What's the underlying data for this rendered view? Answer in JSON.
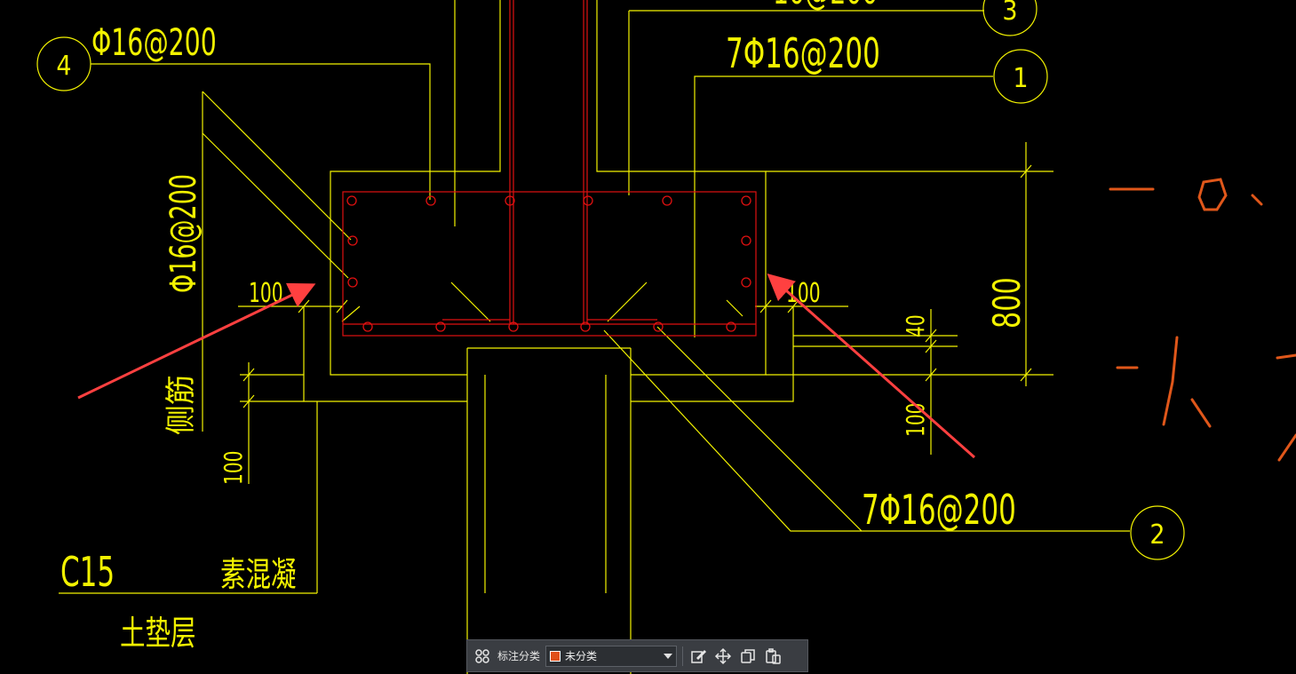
{
  "drawing": {
    "annotations": {
      "rebar_top_left": "Φ16@200",
      "rebar_top_right": "7Φ16@200",
      "rebar_bottom_right": "7Φ16@200",
      "rebar_side": "Φ16@200",
      "top_partial": "10@200",
      "side_bar_label": "侧筋",
      "dim_100_left": "100",
      "dim_100_right": "100",
      "dim_100_lower_left": "100",
      "dim_100_lower_right": "100",
      "dim_40": "40",
      "dim_800": "800",
      "concrete_grade": "C15",
      "concrete_desc": "素混凝",
      "cushion_layer": "土垫层"
    },
    "callouts": {
      "c1": "1",
      "c2": "2",
      "c3": "3",
      "c4": "4"
    },
    "colors": {
      "structure_line": "#f2f200",
      "rebar": "#e01010",
      "markup_arrow": "#ff4040",
      "handwriting": "#e0571a"
    }
  },
  "toolbar": {
    "category_label": "标注分类",
    "category_value": "未分类",
    "category_color": "#e0501a",
    "icons": [
      "grid-icon",
      "edit-icon",
      "move-icon",
      "copy-icon",
      "paste-icon"
    ]
  }
}
